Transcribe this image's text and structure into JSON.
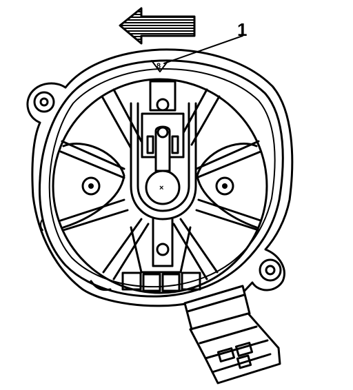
{
  "callouts": [
    {
      "number": "1"
    }
  ],
  "marks": {
    "alignment_mark": "8",
    "rotor_center": "×"
  },
  "direction_arrow": {
    "direction": "left"
  }
}
